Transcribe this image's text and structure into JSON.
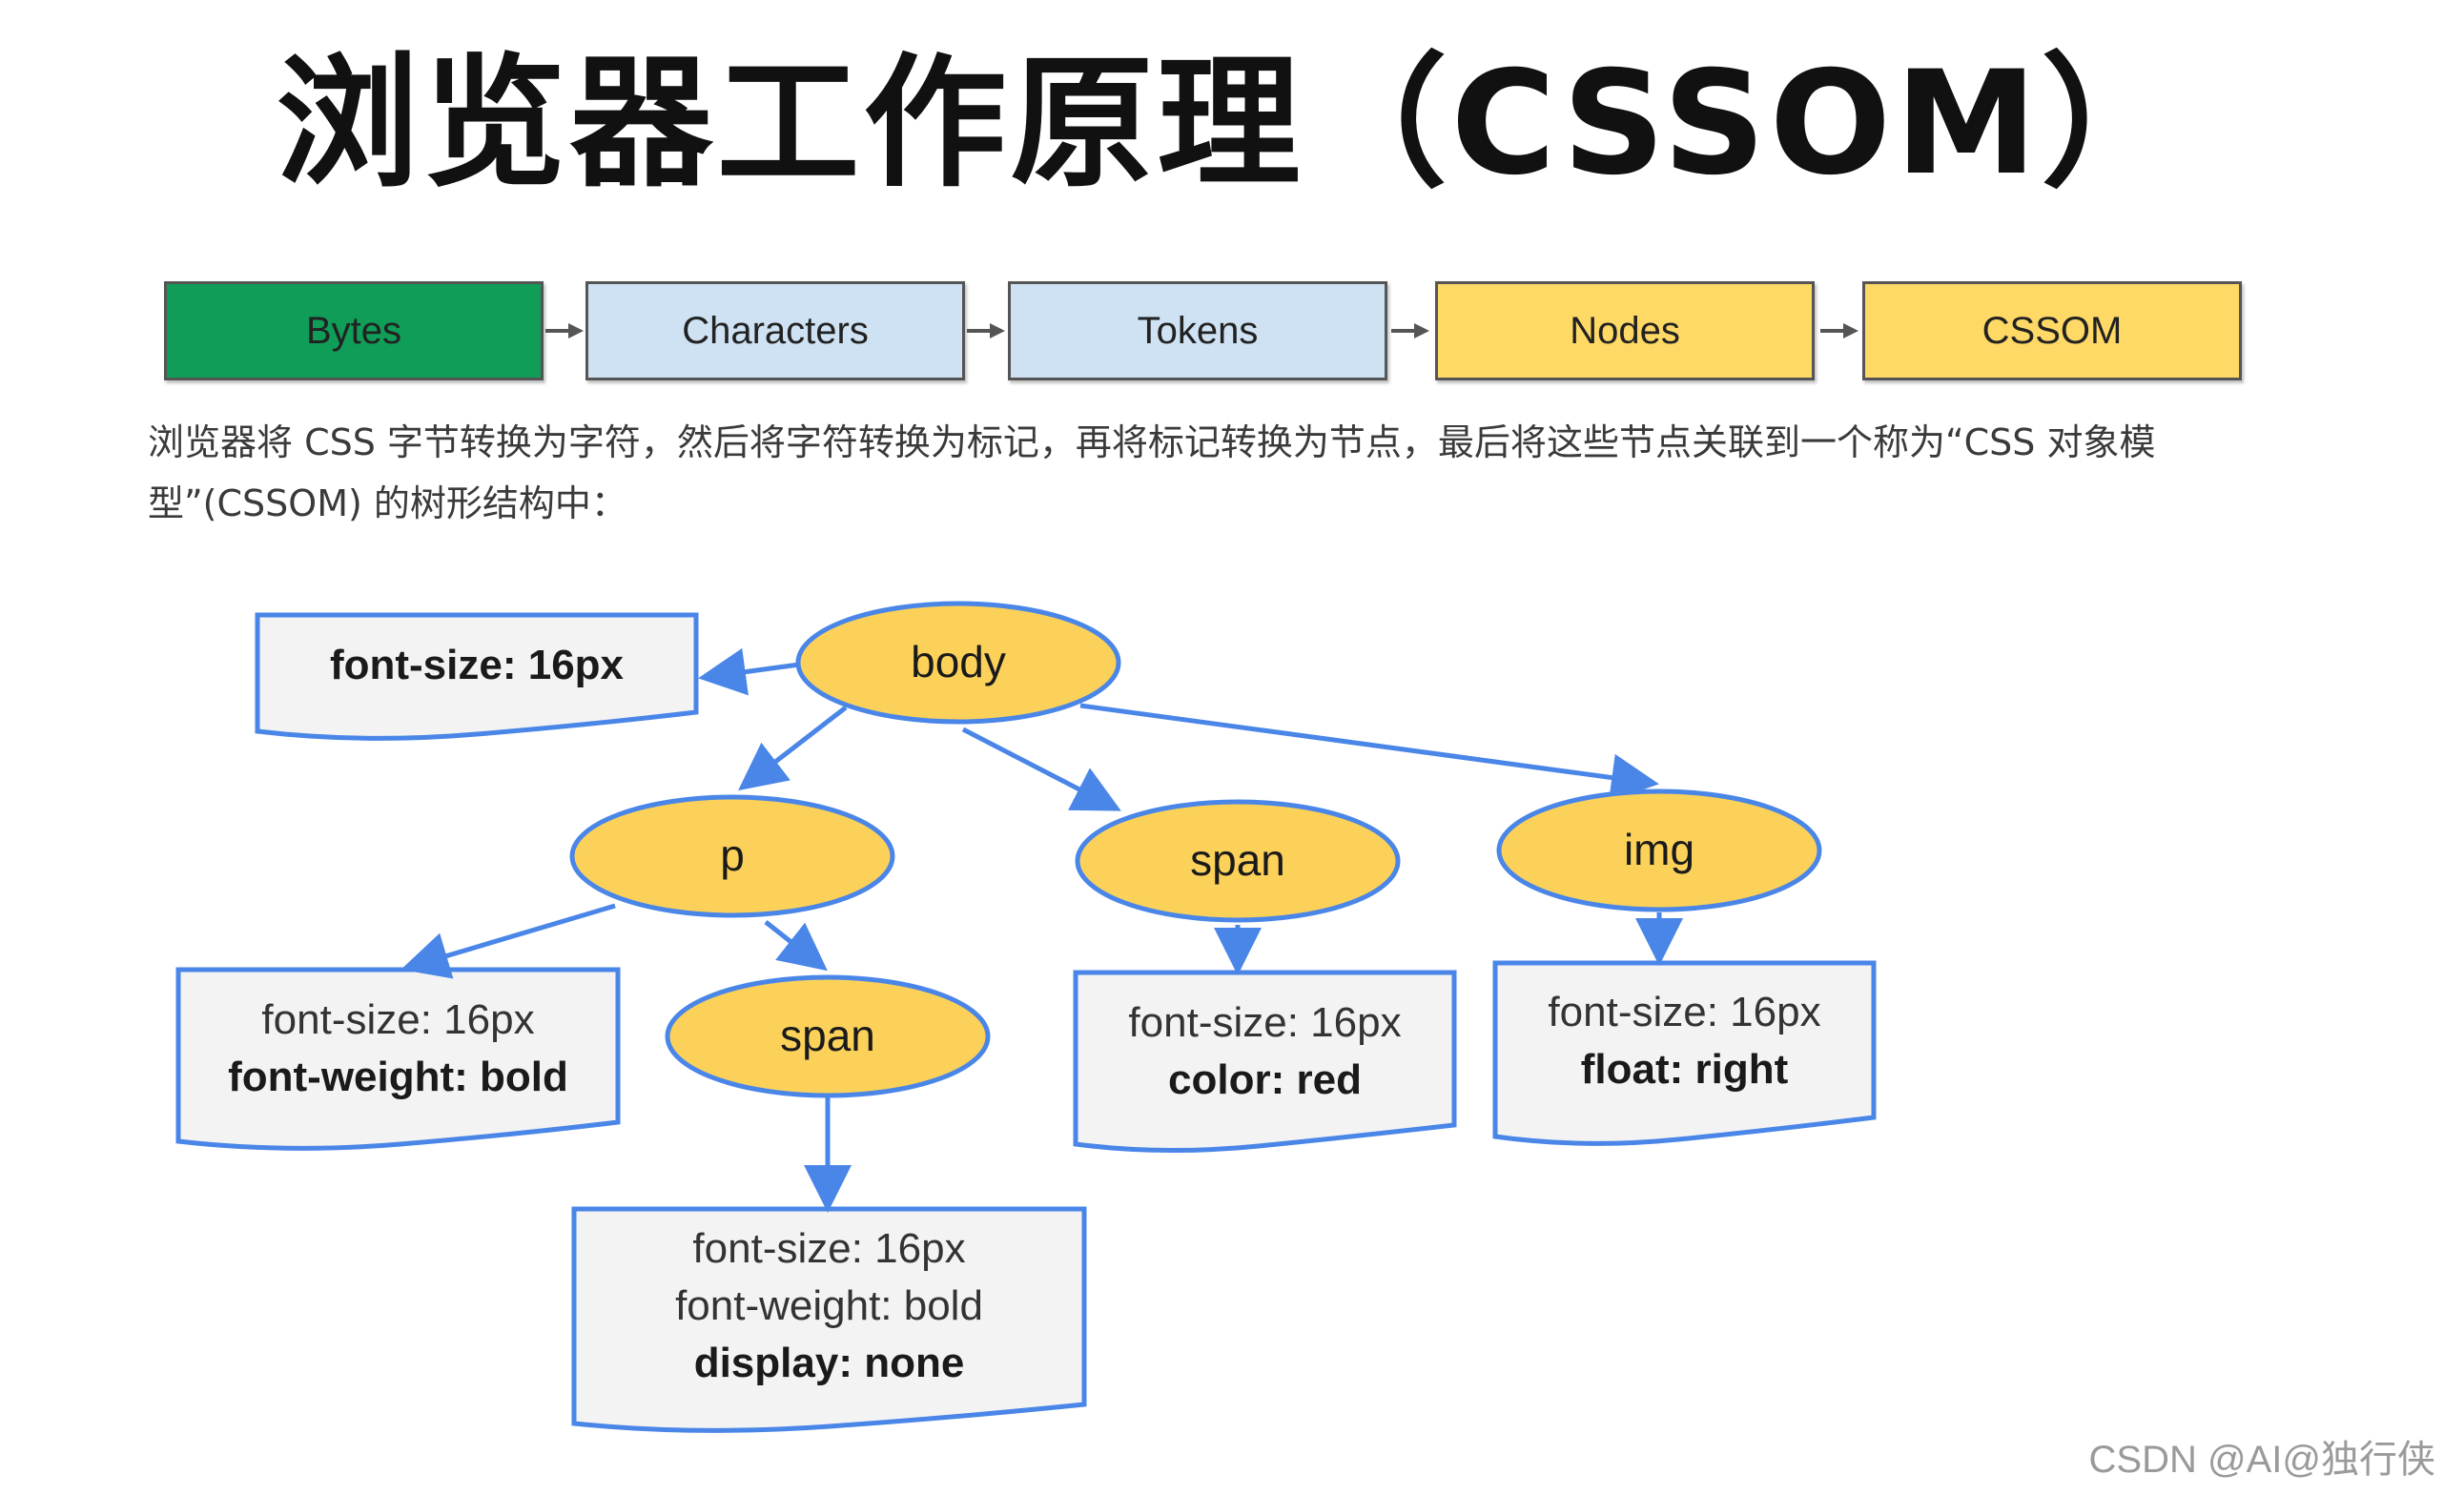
{
  "title": "浏览器工作原理（CSSOM）",
  "pipeline": {
    "stages": [
      {
        "label": "Bytes",
        "color": "#0f9d58"
      },
      {
        "label": "Characters",
        "color": "#cfe2f3"
      },
      {
        "label": "Tokens",
        "color": "#cfe2f3"
      },
      {
        "label": "Nodes",
        "color": "#ffd966"
      },
      {
        "label": "CSSOM",
        "color": "#ffd966"
      }
    ]
  },
  "description": "浏览器将 CSS 字节转换为字符，然后将字符转换为标记，再将标记转换为节点，最后将这些节点关联到一个称为“CSS 对象模型”(CSSOM) 的树形结构中：",
  "tree": {
    "colors": {
      "node_fill": "#fcd15a",
      "node_stroke": "#4a86e8",
      "edge": "#4a86e8",
      "box_fill": "#f3f3f3"
    },
    "nodes": {
      "body": "body",
      "p": "p",
      "span_a": "span",
      "img": "img",
      "span_b": "span"
    },
    "props": {
      "body": {
        "lines": [
          "font-size: 16px"
        ]
      },
      "p": {
        "lines": [
          "font-size: 16px",
          "font-weight: bold"
        ]
      },
      "span_a": {
        "lines": [
          "font-size: 16px",
          "color: red"
        ]
      },
      "img": {
        "lines": [
          "font-size: 16px",
          "float: right"
        ]
      },
      "span_b": {
        "lines": [
          "font-size: 16px",
          "font-weight: bold",
          "display: none"
        ]
      }
    }
  },
  "watermark": "CSDN @AI@独行侠"
}
